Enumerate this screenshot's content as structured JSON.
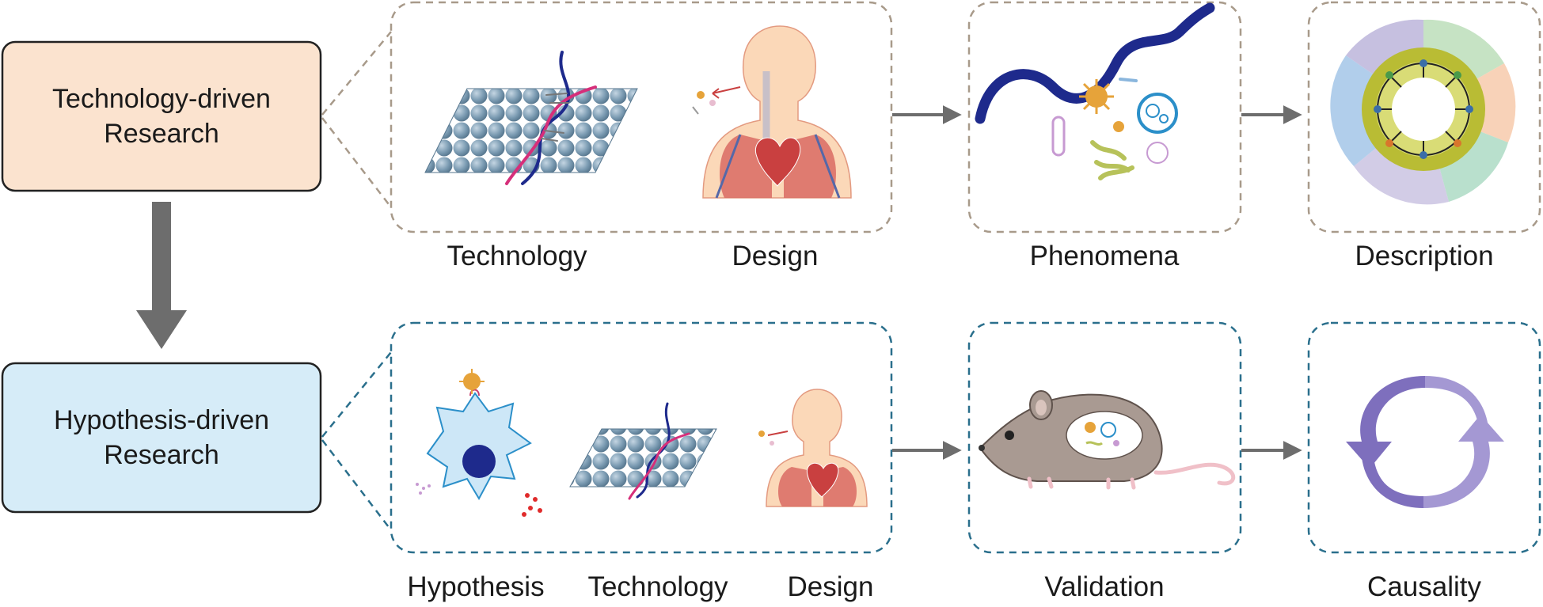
{
  "rows": {
    "top": {
      "box": {
        "line1": "Technology-driven",
        "line2": "Research",
        "fill": "#fbe3cf"
      },
      "labels": [
        "Technology",
        "Design",
        "Phenomena",
        "Description"
      ],
      "frame_color": "#a89a8a"
    },
    "bottom": {
      "box": {
        "line1": "Hypothesis-driven",
        "line2": "Research",
        "fill": "#d6ecf8"
      },
      "labels": [
        "Hypothesis",
        "Technology",
        "Design",
        "Validation",
        "Causality"
      ],
      "frame_color": "#2a6f8c"
    }
  },
  "icons": [
    "nanoparticle-array-icon",
    "dna-strand-icon",
    "human-lung-icon",
    "microbe-icon",
    "circular-tree-icon",
    "immune-cell-icon",
    "mouse-icon",
    "cycle-arrows-icon"
  ],
  "colors": {
    "arrow": "#6d6d6d",
    "sphere": "#7c9cb3",
    "dna_blue": "#1e2a8c",
    "dna_pink": "#d62f7a"
  }
}
